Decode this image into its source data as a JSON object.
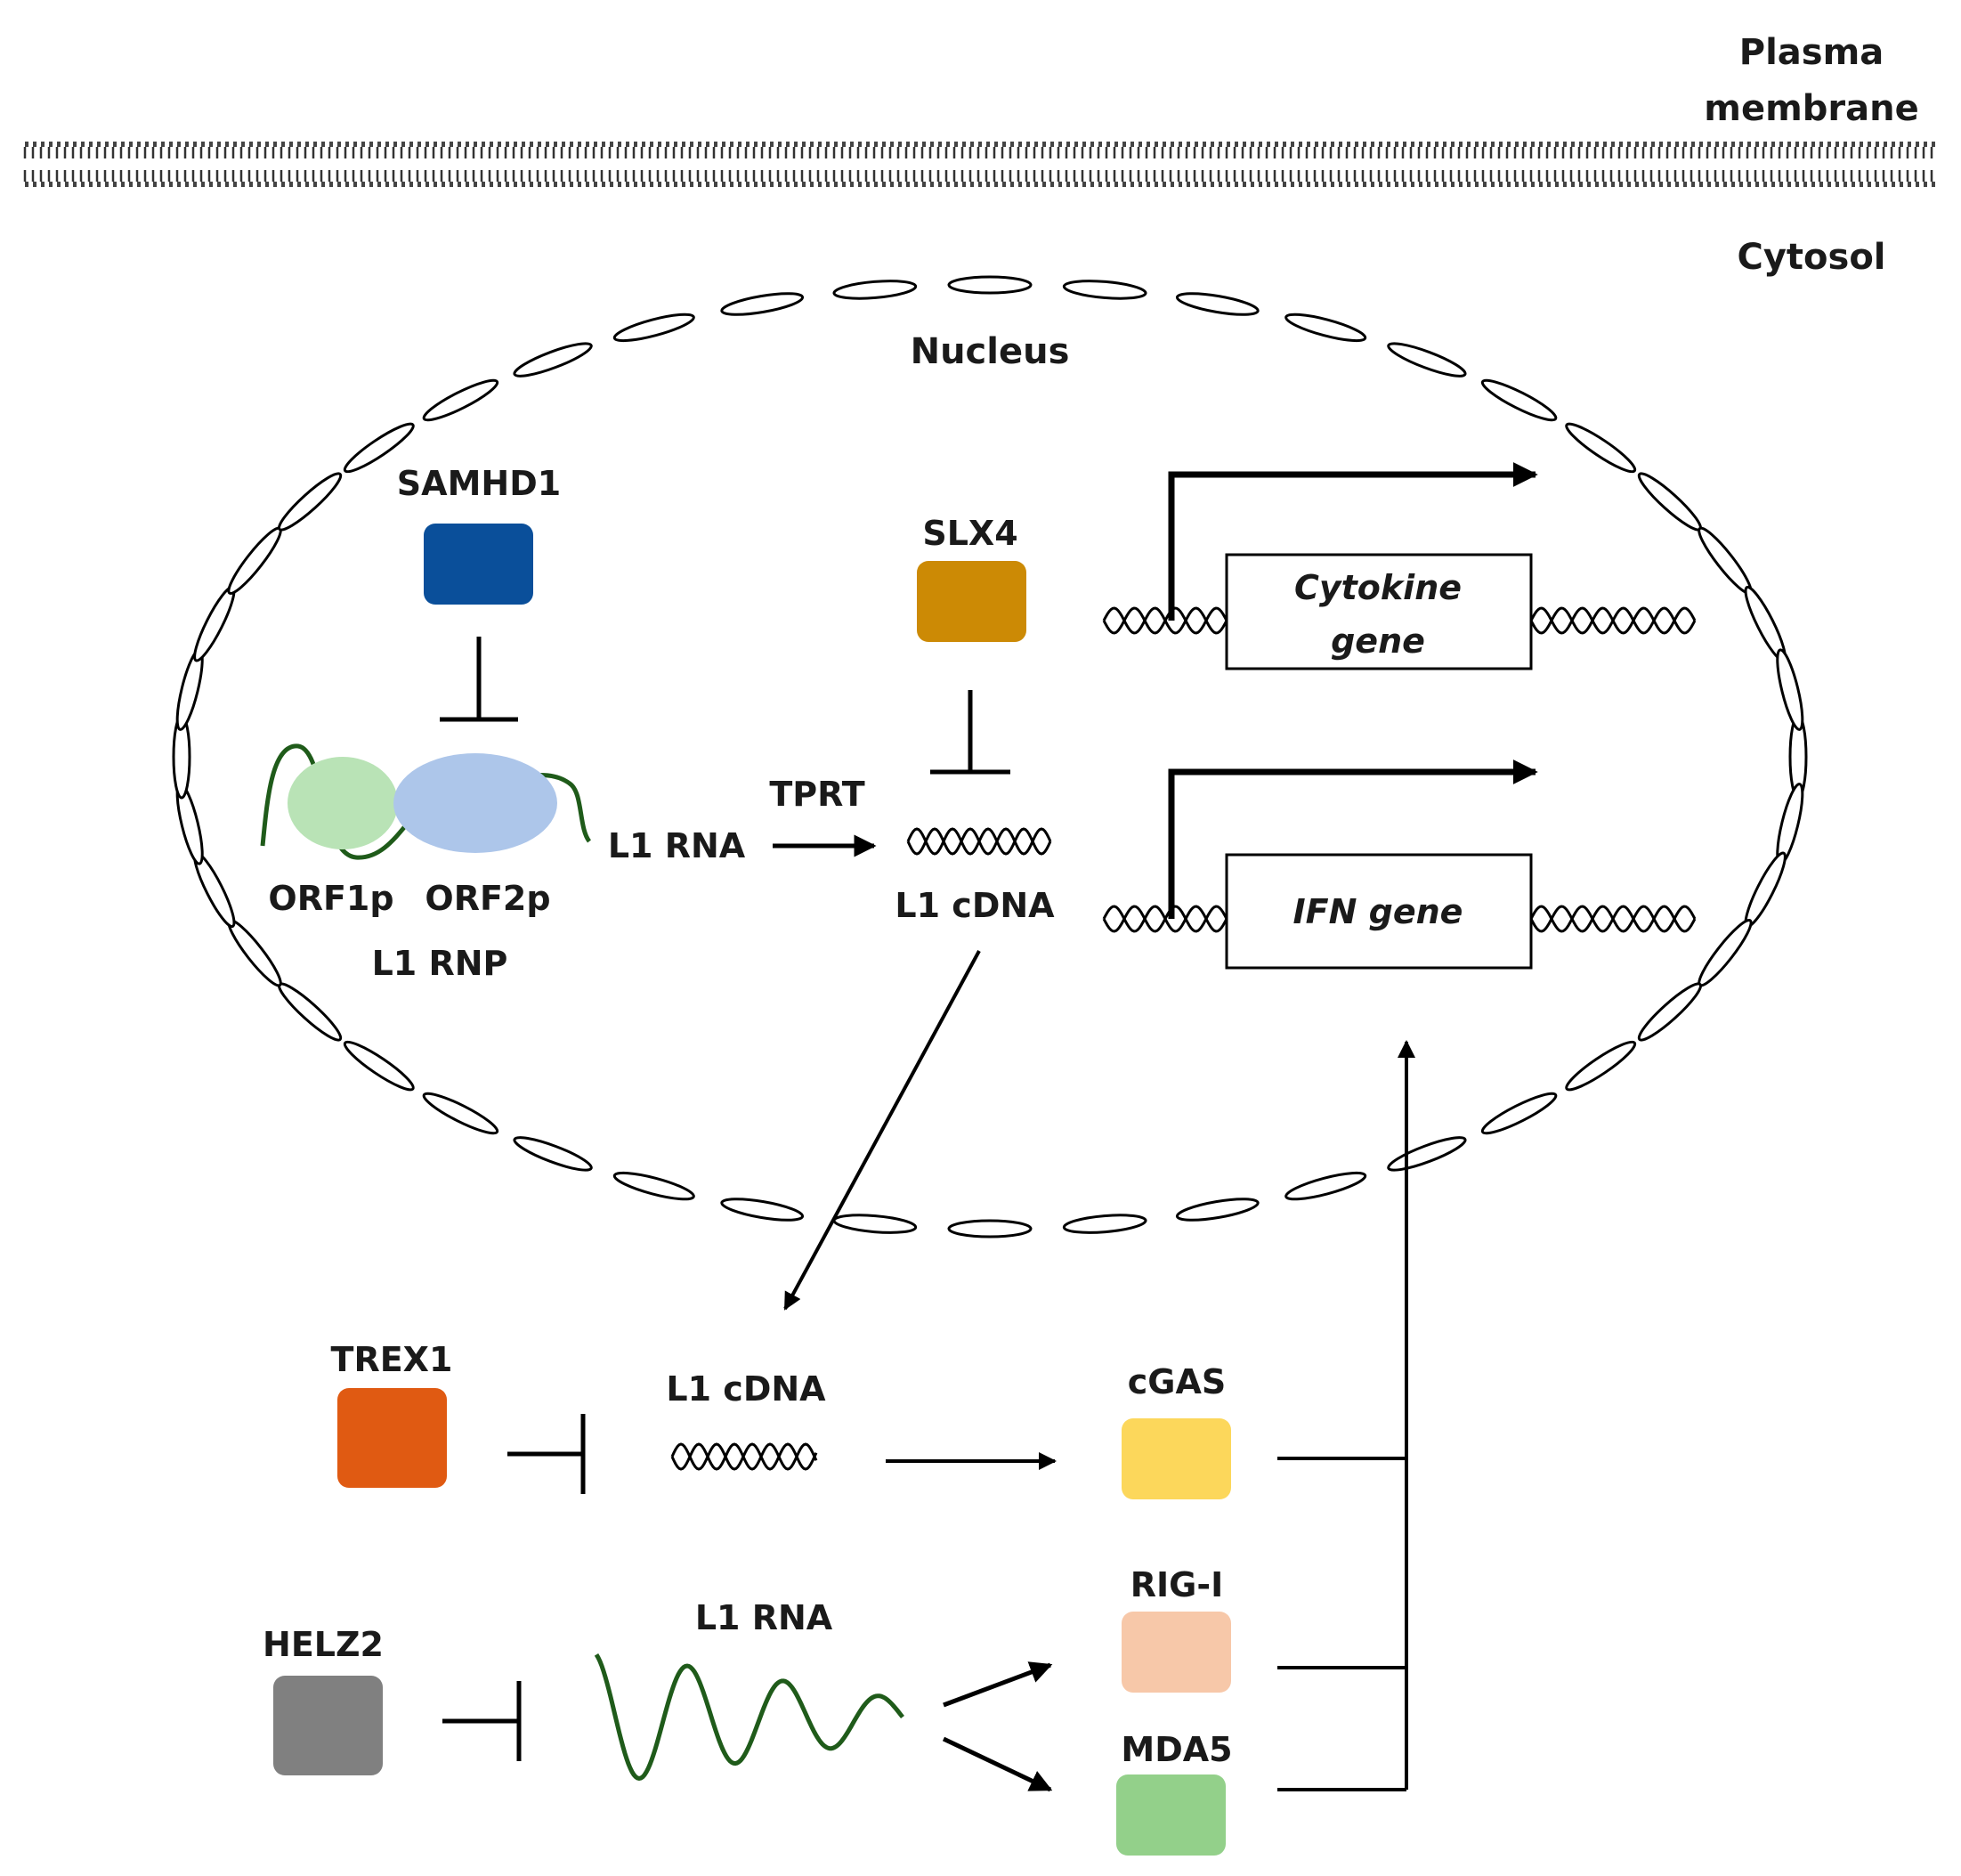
{
  "labels": {
    "plasma_membrane_line1": "Plasma",
    "plasma_membrane_line2": "membrane",
    "cytosol": "Cytosol",
    "nucleus": "Nucleus",
    "samhd1": "SAMHD1",
    "slx4": "SLX4",
    "orf1p": "ORF1p",
    "orf2p": "ORF2p",
    "l1_rnp": "L1 RNP",
    "l1_rna_nuclear": "L1 RNA",
    "tprt": "TPRT",
    "l1_cdna_nuclear": "L1 cDNA",
    "cytokine_gene_line1": "Cytokine",
    "cytokine_gene_line2": "gene",
    "ifn_gene": "IFN gene",
    "trex1": "TREX1",
    "l1_cdna_cytosol": "L1 cDNA",
    "cgas": "cGAS",
    "helz2": "HELZ2",
    "l1_rna_cytosol": "L1 RNA",
    "rig_i": "RIG-I",
    "mda5": "MDA5"
  },
  "colors": {
    "samhd1": "#0a4f9a",
    "slx4": "#cc8a05",
    "orf1p": "#b9e3b6",
    "orf2p": "#adc6ea",
    "rna_strand": "#1f5b1a",
    "trex1": "#e05a12",
    "helz2": "#808080",
    "cgas": "#fcd75b",
    "rig_i": "#f7c8a9",
    "mda5": "#93d08a"
  }
}
